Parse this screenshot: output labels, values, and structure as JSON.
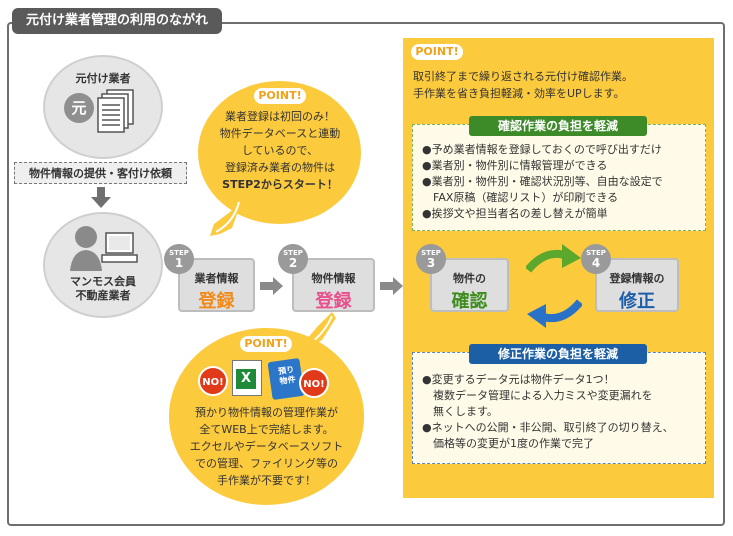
{
  "title": "元付け業者管理の利用のながれ",
  "left": {
    "top_circle_label": "元付け業者",
    "moto_badge": "元",
    "request_label": "物件情報の提供・客付け依頼",
    "bottom_circle_label_1": "マンモス会員",
    "bottom_circle_label_2": "不動産業者"
  },
  "steps": [
    {
      "word": "STEP",
      "num": "1",
      "line1": "業者情報",
      "line2": "登録"
    },
    {
      "word": "STEP",
      "num": "2",
      "line1": "物件情報",
      "line2": "登録"
    },
    {
      "word": "STEP",
      "num": "3",
      "line1": "物件の",
      "line2": "確認"
    },
    {
      "word": "STEP",
      "num": "4",
      "line1": "登録情報の",
      "line2": "修正"
    }
  ],
  "point1": {
    "label": "POINT!",
    "lines": [
      "業者登録は初回のみ！",
      "物件データベースと連動",
      "しているので、",
      "登録済み業者の物件は",
      "STEP2からスタート！"
    ]
  },
  "point2": {
    "label": "POINT!",
    "no_badge": "NO!",
    "excel_letter": "X",
    "binder_text_1": "預り",
    "binder_text_2": "物件",
    "lines": [
      "預かり物件情報の管理作業が",
      "全てWEB上で完結します。",
      "エクセルやデータベースソフト",
      "での管理、ファイリング等の",
      "手作業が不要です！"
    ]
  },
  "right": {
    "label": "POINT!",
    "intro_1": "取引終了まで繰り返される元付け確認作業。",
    "intro_2": "手作業を省き負担軽減・効率をUPします。",
    "confirm_header": "確認作業の負担を軽減",
    "confirm_items": [
      "●予め業者情報を登録しておくので呼び出すだけ",
      "●業者別・物件別に情報管理ができる",
      "●業者別・物件別・確認状況別等、自由な設定で",
      "FAX原稿（確認リスト）が印刷できる",
      "●挨拶文や担当者名の差し替えが簡単"
    ],
    "fix_header": "修正作業の負担を軽減",
    "fix_items": [
      "●変更するデータ元は物件データ1つ！",
      "複数データ管理による入力ミスや変更漏れを",
      "無くします。",
      "●ネットへの公開・非公開、取引終了の切り替え、",
      "価格等の変更が1度の作業で完了"
    ]
  }
}
